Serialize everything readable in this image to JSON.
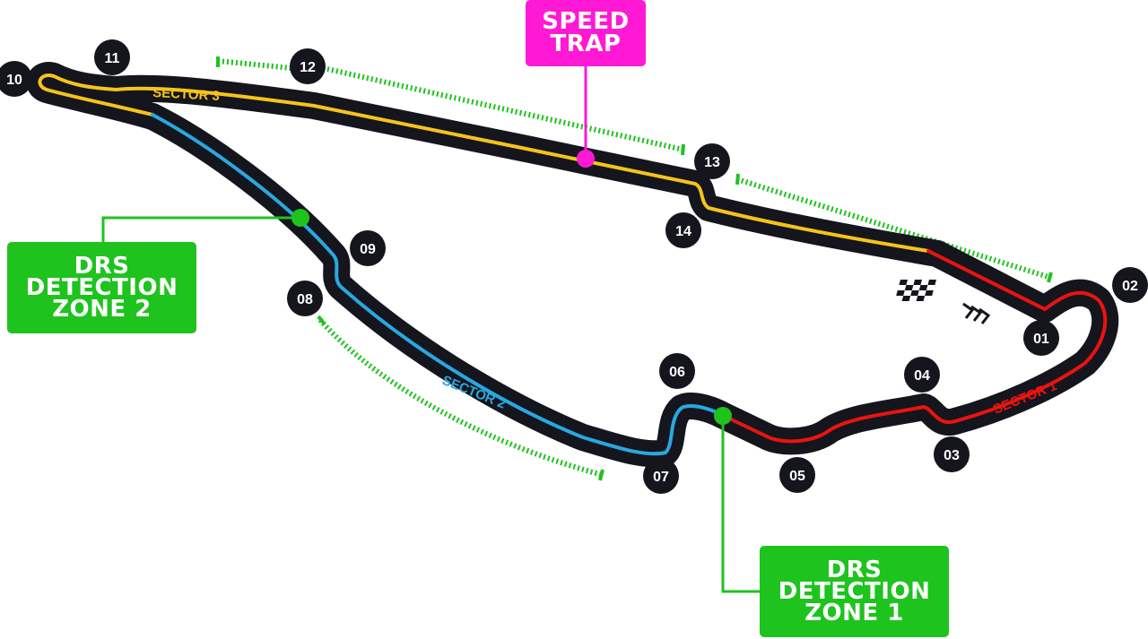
{
  "callouts": {
    "speed_trap": [
      "SPEED",
      "TRAP"
    ],
    "drs_zone_2": [
      "DRS",
      "DETECTION",
      "ZONE 2"
    ],
    "drs_zone_1": [
      "DRS",
      "DETECTION",
      "ZONE 1"
    ]
  },
  "sectors": {
    "sector_1": {
      "label": "SECTOR 1",
      "color": "#e8140f"
    },
    "sector_2": {
      "label": "SECTOR 2",
      "color": "#29a8e0"
    },
    "sector_3": {
      "label": "SECTOR 3",
      "color": "#f5c31c"
    }
  },
  "turns": [
    "01",
    "02",
    "03",
    "04",
    "05",
    "06",
    "07",
    "08",
    "09",
    "10",
    "11",
    "12",
    "13",
    "14"
  ],
  "colors": {
    "track": "#15151e",
    "drs_green": "#1ec31e",
    "speed_trap_pink": "#ff19d4",
    "turn_badge": "#15151e"
  }
}
